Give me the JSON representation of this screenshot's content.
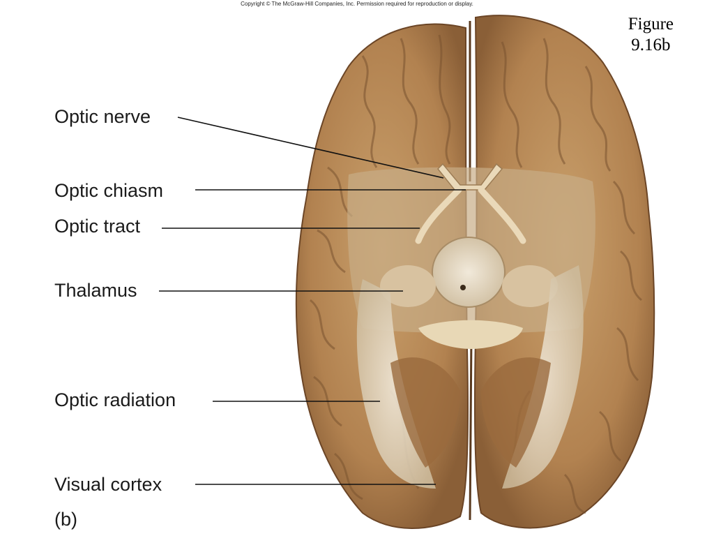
{
  "copyright": "Copyright © The McGraw-Hill Companies, Inc. Permission required for reproduction or display.",
  "figure": {
    "line1": "Figure",
    "line2": "9.16b"
  },
  "labels": {
    "optic_nerve": "Optic nerve",
    "optic_chiasm": "Optic chiasm",
    "optic_tract": "Optic tract",
    "thalamus": "Thalamus",
    "optic_radiation": "Optic radiation",
    "visual_cortex": "Visual cortex",
    "panel": "(b)"
  },
  "colors": {
    "brain_tissue": "#b98a57",
    "brain_dark": "#7a5330",
    "white_matter": "#e6dcc8",
    "leader_line": "#111111"
  }
}
